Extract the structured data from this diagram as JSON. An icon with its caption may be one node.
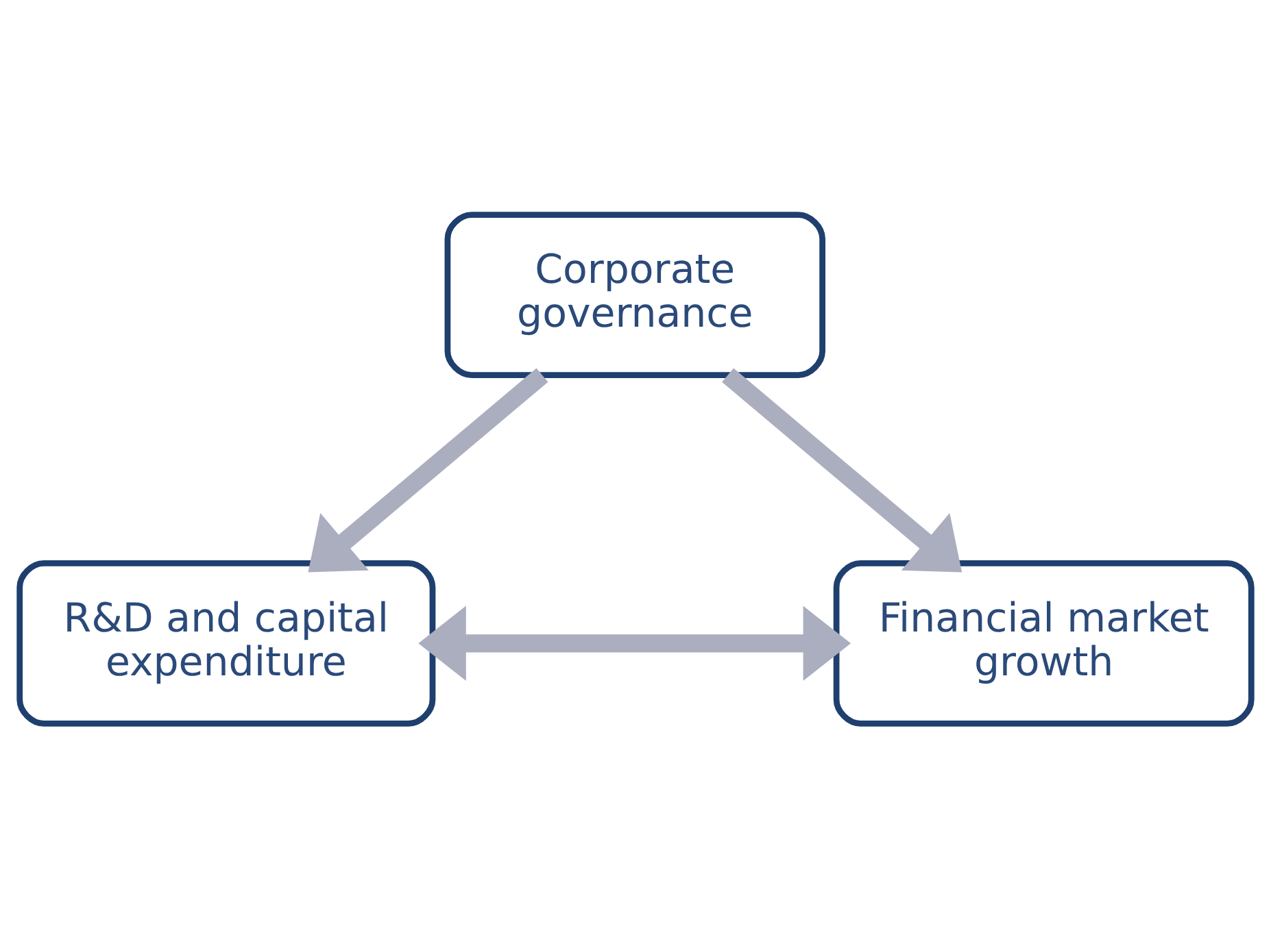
{
  "diagram": {
    "nodes": [
      {
        "text": [
          "Corporate governance"
        ]
      },
      {
        "text": [
          "R&D and capital expenditure"
        ]
      },
      {
        "text": [
          "Financial market growth"
        ]
      }
    ],
    "edges": [
      {
        "from": 0,
        "to": 1,
        "arrow": "to"
      },
      {
        "from": 0,
        "to": 2,
        "arrow": "to"
      },
      {
        "from": 1,
        "to": 2,
        "arrow": "both"
      }
    ]
  }
}
